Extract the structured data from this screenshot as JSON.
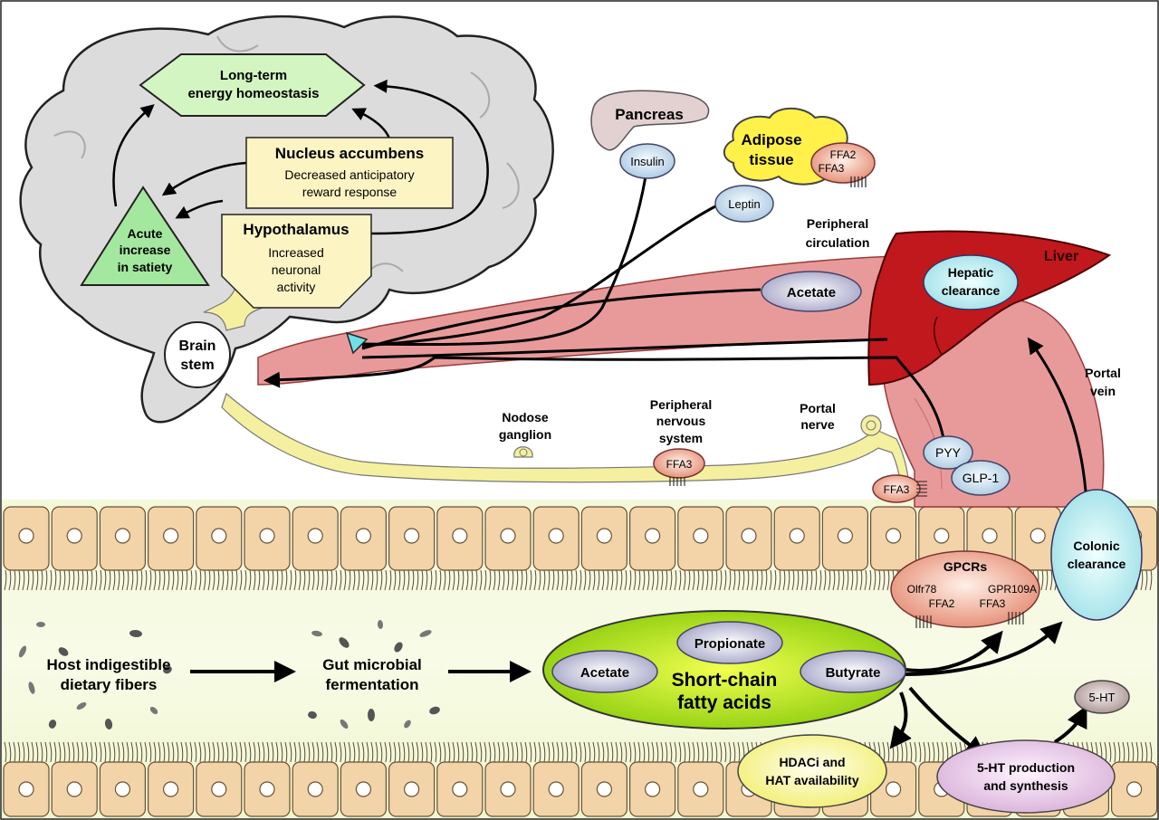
{
  "brain": {
    "homeostasis": {
      "line1": "Long-term",
      "line2": "energy homeostasis"
    },
    "satiety": {
      "line1": "Acute",
      "line2": "increase",
      "line3": "in satiety"
    },
    "nucleus": {
      "title": "Nucleus accumbens",
      "line1": "Decreased anticipatory",
      "line2": "reward response"
    },
    "hypothalamus": {
      "title": "Hypothalamus",
      "line1": "Increased",
      "line2": "neuronal",
      "line3": "activity"
    },
    "brainstem": {
      "line1": "Brain",
      "line2": "stem"
    }
  },
  "organs": {
    "pancreas": "Pancreas",
    "insulin": "Insulin",
    "adipose": {
      "line1": "Adipose",
      "line2": "tissue"
    },
    "adipose_receptors": {
      "line1": "FFA2",
      "line2": "FFA3"
    },
    "leptin": "Leptin",
    "liver": "Liver",
    "hepatic": {
      "line1": "Hepatic",
      "line2": "clearance"
    },
    "acetate_circ": "Acetate"
  },
  "labels": {
    "peripheral_circulation": {
      "line1": "Peripheral",
      "line2": "circulation"
    },
    "portal_vein": {
      "line1": "Portal",
      "line2": "vein"
    },
    "portal_nerve": {
      "line1": "Portal",
      "line2": "nerve"
    },
    "nodose": {
      "line1": "Nodose",
      "line2": "ganglion"
    },
    "pns": {
      "line1": "Peripheral",
      "line2": "nervous",
      "line3": "system"
    },
    "ffa3_pns": "FFA3",
    "ffa3_gut": "FFA3",
    "pyy": "PYY",
    "glp1": "GLP-1"
  },
  "gut": {
    "fibers": {
      "line1": "Host indigestible",
      "line2": "dietary fibers"
    },
    "fermentation": {
      "line1": "Gut microbial",
      "line2": "fermentation"
    },
    "scfa": {
      "line1": "Short-chain",
      "line2": "fatty acids"
    },
    "acetate": "Acetate",
    "propionate": "Propionate",
    "butyrate": "Butyrate",
    "gpcrs": {
      "title": "GPCRs",
      "r1": "Olfr78",
      "r2": "FFA2",
      "r3": "GPR109A",
      "r4": "FFA3"
    },
    "colonic": {
      "line1": "Colonic",
      "line2": "clearance"
    },
    "hdac": {
      "line1": "HDACi and",
      "line2": "HAT availability"
    },
    "ht_prod": {
      "line1": "5-HT production",
      "line2": "and synthesis"
    },
    "ht": "5-HT"
  },
  "colors": {
    "brain": "#dcdcdc",
    "vessel": "#e89a9a",
    "liver": "#c0181c",
    "nerve": "#f5f0a0",
    "scfa": "#a8d820",
    "cells": "#f3d3a8"
  }
}
